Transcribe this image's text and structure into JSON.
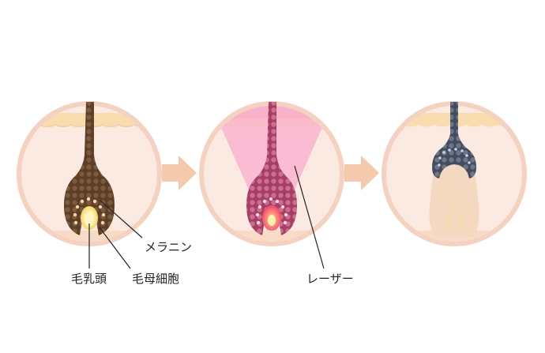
{
  "labels": {
    "melanin": "メラニン",
    "papilla": "毛乳頭",
    "matrix": "毛母細胞",
    "laser": "レーザー"
  },
  "colors": {
    "ring": "#f5d2bf",
    "skin_bg": "#fbeae2",
    "epidermis": "#f8dcae",
    "follicle_sheath": "#f6dcc8",
    "hair": "#5e3e24",
    "hair_dots": "#6f5037",
    "hair_after": "#485168",
    "hair_after_dots": "#7a8294",
    "hair_laser": "#b44a6c",
    "hair_laser_dots": "#c97592",
    "laser_beam": "#f9b4cf",
    "papilla_glow": "#fff2a0",
    "papilla_laser": "#ff7d9a",
    "arrow": "#f5c9ab",
    "leader": "#222222"
  },
  "icons": [
    "arrow-right-icon",
    "arrow-right-icon"
  ]
}
